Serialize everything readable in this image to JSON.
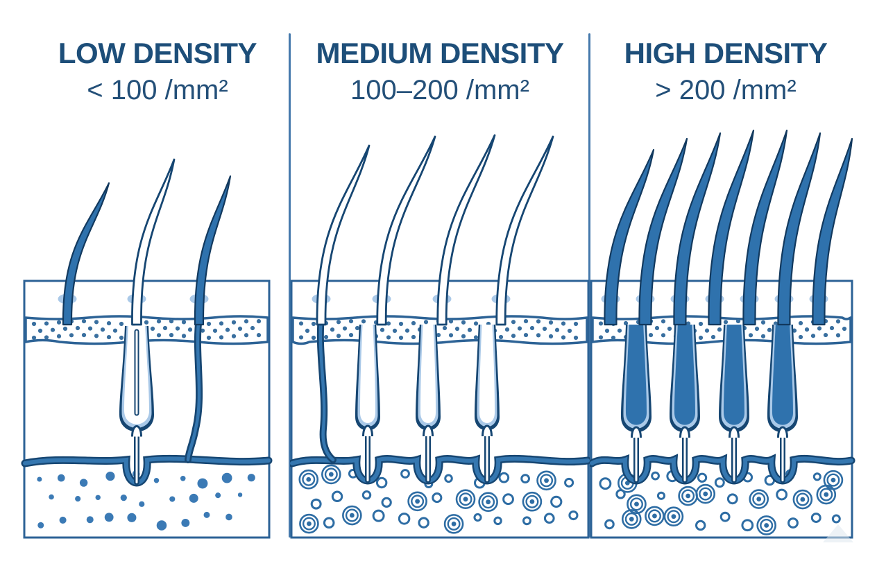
{
  "figure": {
    "title": "Hair density comparison - skin cross-section diagram",
    "panels": [
      {
        "id": "low",
        "title": "LOW DENSITY",
        "range": "< 100 /mm²",
        "hair_count": 3,
        "follicle_count": 1,
        "hair_style": "thin, mix of solid and hollow outlined hairs",
        "subcutis_dot_style": "solid-dots"
      },
      {
        "id": "medium",
        "title": "MEDIUM DENSITY",
        "range": "100–200 /mm²",
        "hair_count": 4,
        "follicle_count": 3,
        "hair_style": "thin hollow outlined hairs",
        "subcutis_dot_style": "rings"
      },
      {
        "id": "high",
        "title": "HIGH DENSITY",
        "range": "> 200 /mm²",
        "hair_count": 7,
        "follicle_count": 4,
        "hair_style": "thick solid blue hairs",
        "subcutis_dot_style": "rings"
      }
    ],
    "colors": {
      "background": "#ffffff",
      "title_text": "#1d4e79",
      "range_text": "#234f78",
      "outline": "#164672",
      "box_border": "#2c6296",
      "divider": "#4579ac",
      "hair_fill": "#2f72ad",
      "light_blue": "#aac9e8",
      "mid_blue": "#3577b0",
      "band_dot": "#396f9f",
      "subcutis_dot": "#3b7ab5",
      "ring_stroke": "#2e6da4"
    }
  }
}
